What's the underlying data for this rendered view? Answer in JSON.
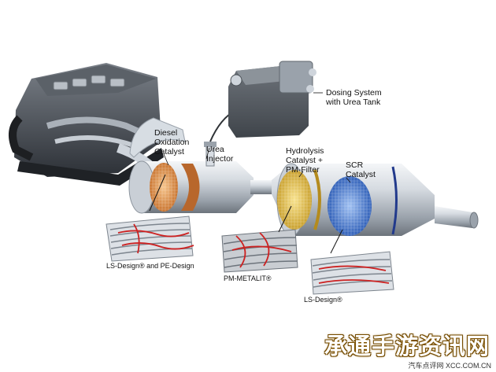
{
  "labels": {
    "dosing": "Dosing System\nwith Urea Tank",
    "doc": "Diesel\nOxidation\nCatalyst",
    "urea": "Urea\nInjector",
    "hydrolysis": "Hydrolysis\nCatalyst +\nPM-Filter",
    "scr": "SCR\nCatalyst"
  },
  "captions": {
    "ls_pe": "LS-Design® and PE-Design",
    "pm": "PM-METALIT®",
    "ls": "LS-Design®"
  },
  "watermark": {
    "main": "承通手游资讯网",
    "sub": "汽车点评网 XCC.COM.CN"
  },
  "colors": {
    "pipe": "#c4cbd3",
    "doc_core": "#e8a35c",
    "doc_core_dark": "#b8672c",
    "hydrolysis_core": "#e3c24f",
    "scr_core": "#4f7fd3",
    "red_flow": "#cc2222"
  }
}
